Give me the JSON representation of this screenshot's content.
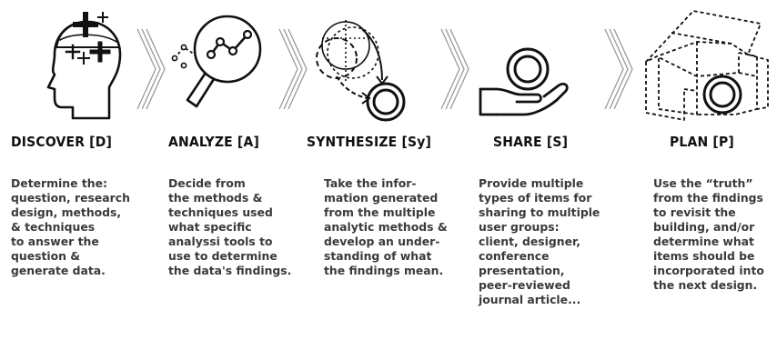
{
  "steps": [
    {
      "title": "DISCOVER [D]",
      "icon": "head-discover-icon",
      "lines": [
        "Determine the:",
        "question, research",
        "design, methods,",
        "& techniques",
        "to answer the",
        "question &",
        "generate data."
      ]
    },
    {
      "title": "ANALYZE [A]",
      "icon": "magnifier-analyze-icon",
      "lines": [
        "Decide from",
        "the methods &",
        "techniques used",
        "what specific",
        "analyssi tools to",
        "use to determine",
        "the data's findings."
      ]
    },
    {
      "title": "SYNTHESIZE [Sy]",
      "icon": "circles-synthesize-icon",
      "lines": [
        "Take the infor-",
        "mation generated",
        "from the multiple",
        "analytic methods &",
        "develop an under-",
        "standing of what",
        "the findings mean."
      ]
    },
    {
      "title": "SHARE [S]",
      "icon": "hand-share-icon",
      "lines": [
        "Provide multiple",
        "types of items for",
        "sharing to multiple",
        "user groups:",
        "client, designer,",
        "conference",
        "presentation,",
        "peer-reviewed",
        "journal article..."
      ]
    },
    {
      "title": "PLAN [P]",
      "icon": "building-plan-icon",
      "lines": [
        "Use the “truth”",
        "from the findings",
        "to revisit the",
        "building, and/or",
        "determine what",
        "items should be",
        "incorporated into",
        "the next design."
      ]
    }
  ]
}
